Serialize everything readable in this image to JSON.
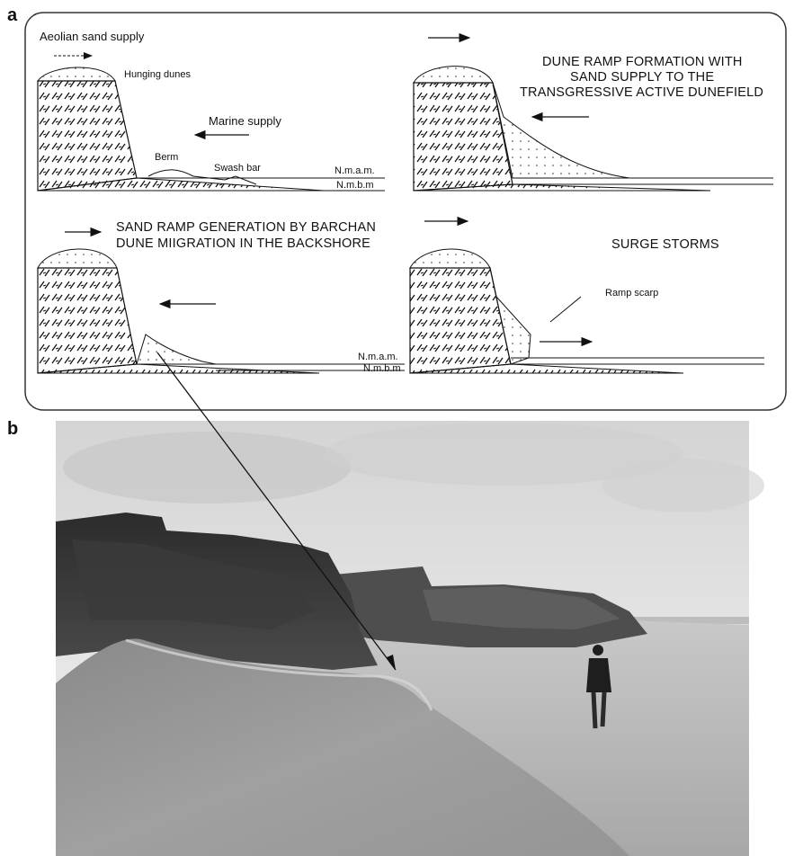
{
  "panels": {
    "a": {
      "letter": "a"
    },
    "b": {
      "letter": "b"
    }
  },
  "diagram": {
    "top_left": {
      "aeolian_label": "Aeolian sand supply",
      "dunes_label": "Hunging dunes",
      "marine_label": "Marine supply",
      "berm_label": "Berm",
      "swash_label": "Swash bar",
      "nmam_label": "N.m.a.m.",
      "nmbm_label": "N.m.b.m"
    },
    "top_right": {
      "title_line1": "DUNE RAMP FORMATION WITH",
      "title_line2": "SAND SUPPLY TO THE",
      "title_line3": "TRANSGRESSIVE ACTIVE DUNEFIELD"
    },
    "bottom_left": {
      "title_line1": "SAND RAMP GENERATION BY BARCHAN",
      "title_line2": "DUNE MIIGRATION IN THE BACKSHORE",
      "nmam_label": "N.m.a.m.",
      "nmbm_label": "N.m.b.m"
    },
    "bottom_right": {
      "title": "SURGE STORMS",
      "scarp_label": "Ramp scarp"
    }
  },
  "colors": {
    "sky": "#dcdcdc",
    "cliff": "#3a3a3a",
    "sand": "#b8b8b8"
  }
}
